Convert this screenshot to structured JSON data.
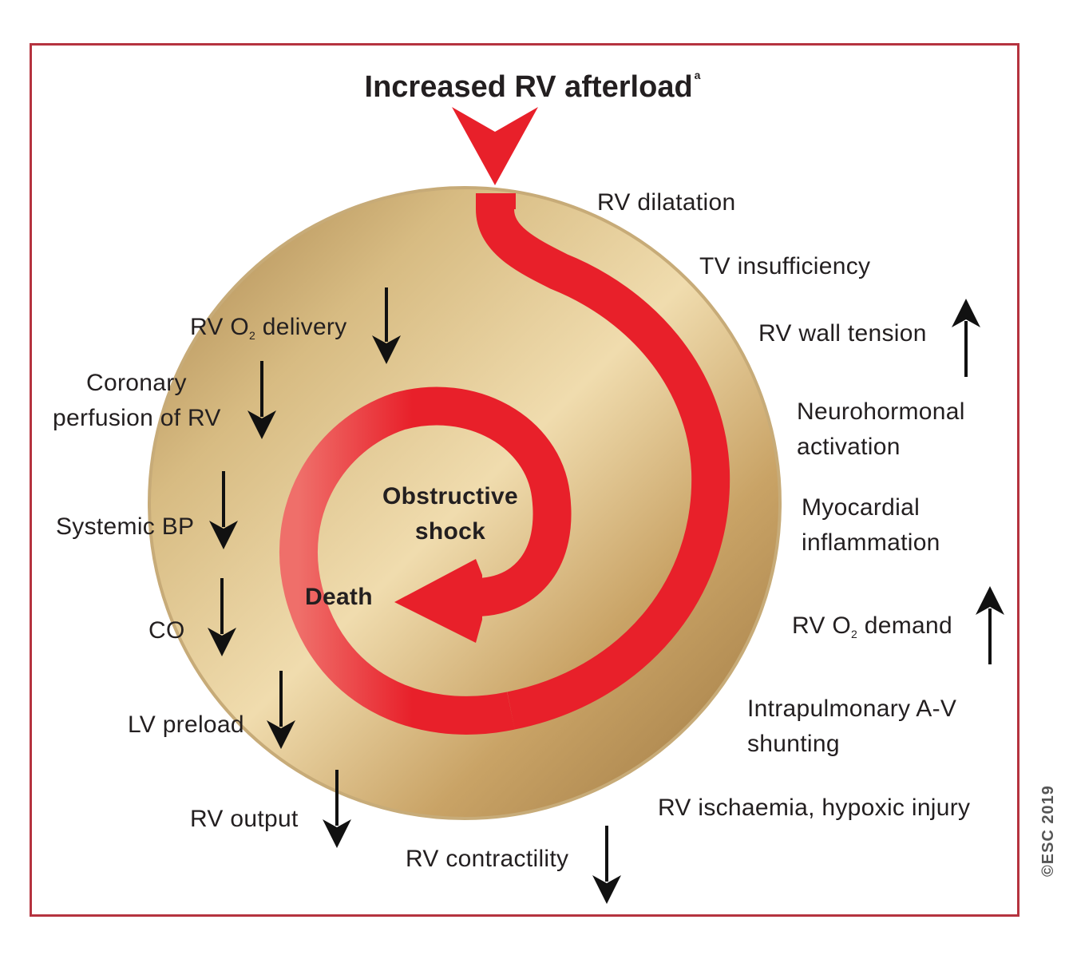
{
  "title": "Increased RV afterload",
  "title_superscript": "a",
  "center": {
    "line1": "Obstructive",
    "line2": "shock",
    "end_label": "Death"
  },
  "right_labels": {
    "rv_dilatation": "RV dilatation",
    "tv_insufficiency": "TV insufficiency",
    "rv_wall_tension": "RV wall tension",
    "neurohormonal_1": "Neurohormonal",
    "neurohormonal_2": "activation",
    "myocardial_1": "Myocardial",
    "myocardial_2": "inflammation",
    "rv_o2_demand_prefix": "RV O",
    "rv_o2_demand_sub": "2",
    "rv_o2_demand_suffix": " demand",
    "intrapulmonary_1": "Intrapulmonary A-V",
    "intrapulmonary_2": "shunting",
    "rv_ischaemia": "RV ischaemia, hypoxic injury"
  },
  "left_labels": {
    "rv_o2_delivery_prefix": "RV O",
    "rv_o2_delivery_sub": "2",
    "rv_o2_delivery_suffix": " delivery",
    "coronary_1": "Coronary",
    "coronary_2": "perfusion of RV",
    "systemic_bp": "Systemic BP",
    "co": "CO",
    "lv_preload": "LV preload",
    "rv_output": "RV output",
    "rv_contractility": "RV contractility"
  },
  "credit": "©ESC 2019",
  "colors": {
    "frame": "#b5333f",
    "spiral": "#e8202a",
    "disc": "#c9a96a",
    "arrow": "#111111"
  }
}
